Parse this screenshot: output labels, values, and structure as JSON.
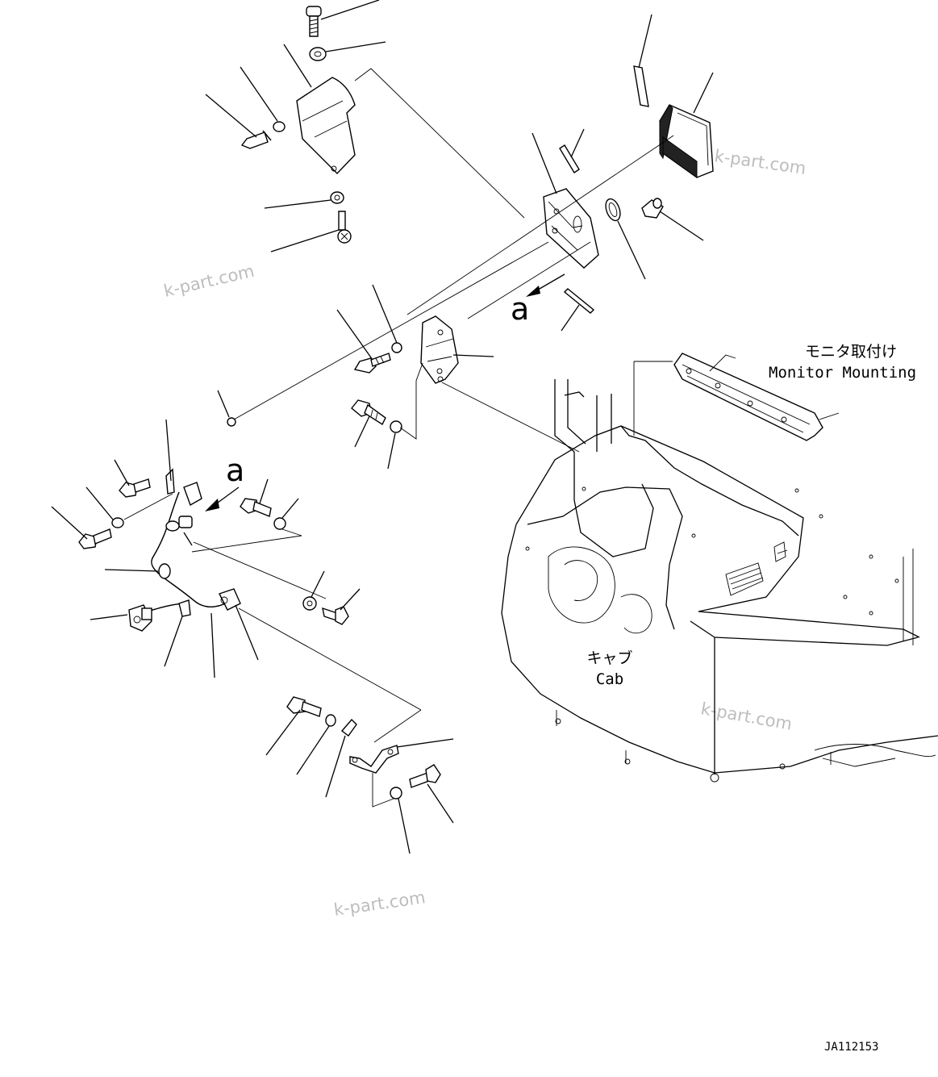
{
  "labels": {
    "monitor_jp": "モニタ取付け",
    "monitor_en": "Monitor Mounting",
    "cab_jp": "キャブ",
    "cab_en": "Cab",
    "view_arrow": "a",
    "drawing_code": "JA112153"
  },
  "watermarks": [
    "k-part.com",
    "k-part.com",
    "k-part.com",
    "k-part.com"
  ]
}
